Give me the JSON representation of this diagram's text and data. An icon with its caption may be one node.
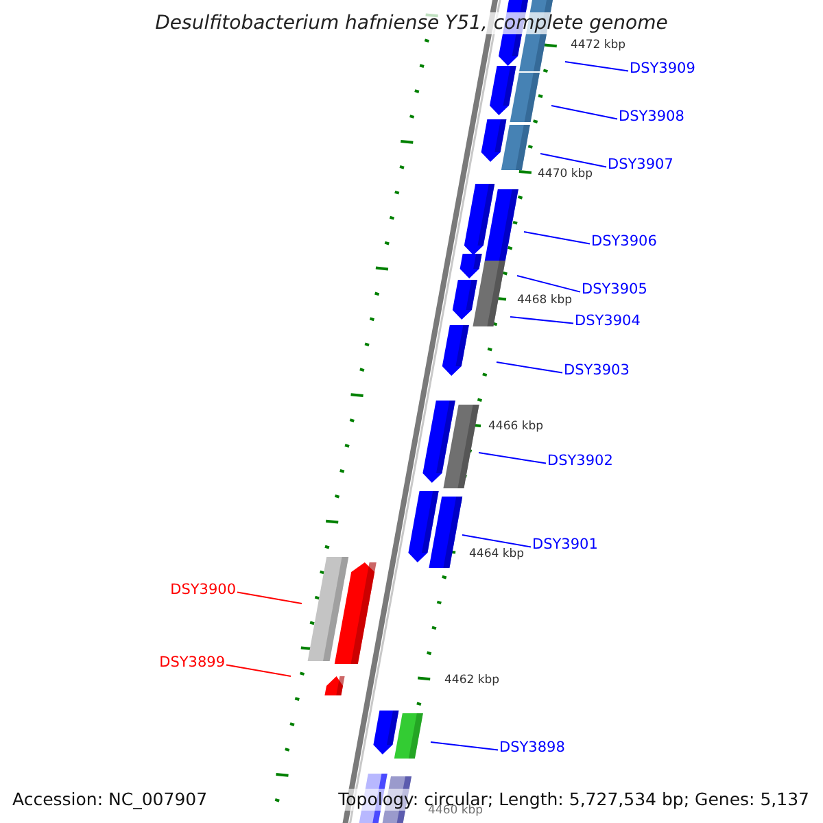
{
  "diagram": {
    "title": "Desulfitobacterium hafniense Y51, complete genome",
    "nodes": [
      {
        "text": [
          "DSY3909"
        ]
      },
      {
        "text": [
          "DSY3908"
        ]
      },
      {
        "text": [
          "DSY3907"
        ]
      },
      {
        "text": [
          "DSY3906"
        ]
      },
      {
        "text": [
          "DSY3905"
        ]
      },
      {
        "text": [
          "DSY3904"
        ]
      },
      {
        "text": [
          "DSY3903"
        ]
      },
      {
        "text": [
          "DSY3902"
        ]
      },
      {
        "text": [
          "DSY3901"
        ]
      },
      {
        "text": [
          "DSY3900"
        ]
      },
      {
        "text": [
          "DSY3899"
        ]
      },
      {
        "text": [
          "DSY3898"
        ]
      }
    ],
    "edges": [
      {
        "from": 0,
        "to": null,
        "arrow": "none"
      },
      {
        "from": 1,
        "to": null,
        "arrow": "none"
      },
      {
        "from": 2,
        "to": null,
        "arrow": "none"
      },
      {
        "from": 3,
        "to": null,
        "arrow": "none"
      },
      {
        "from": 4,
        "to": null,
        "arrow": "none"
      },
      {
        "from": 5,
        "to": null,
        "arrow": "none"
      },
      {
        "from": 6,
        "to": null,
        "arrow": "none"
      },
      {
        "from": 7,
        "to": null,
        "arrow": "none"
      },
      {
        "from": 8,
        "to": null,
        "arrow": "none"
      },
      {
        "from": 9,
        "to": null,
        "arrow": "none",
        "color": "#ff0000"
      },
      {
        "from": 10,
        "to": null,
        "arrow": "none",
        "color": "#ff0000"
      },
      {
        "from": 11,
        "to": null,
        "arrow": "none"
      }
    ],
    "labels": [
      "4472 kbp",
      "4470 kbp",
      "4468 kbp",
      "4466 kbp",
      "4464 kbp",
      "4462 kbp",
      "4460 kbp",
      "Accession: NC_007907",
      "Topology: circular; Length: 5,727,534 bp; Genes: 5,137"
    ]
  }
}
